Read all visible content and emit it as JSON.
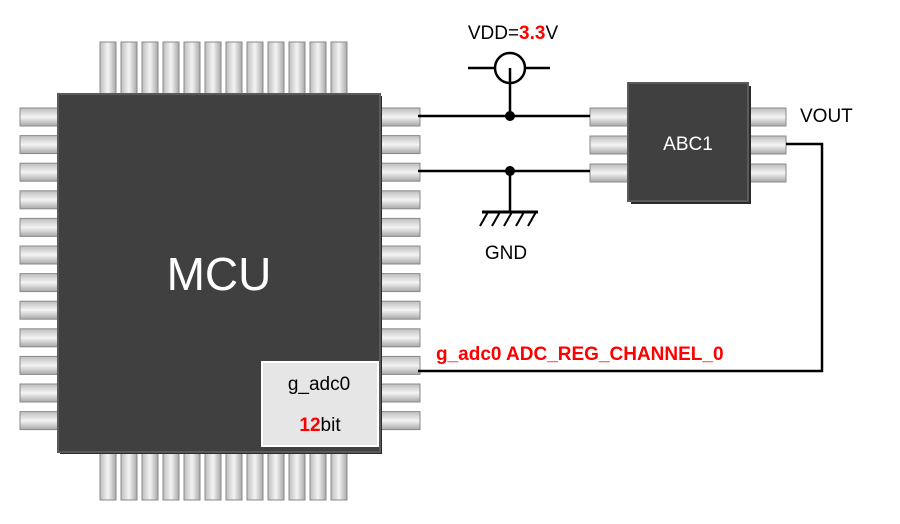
{
  "mcu": {
    "label": "MCU",
    "adc_box": {
      "name": "g_adc0",
      "resolution_value": "12",
      "resolution_unit": "bit"
    }
  },
  "sensor": {
    "label": "ABC1"
  },
  "power": {
    "prefix": "VDD=",
    "voltage_value": "3.3",
    "voltage_unit": "V"
  },
  "ground": {
    "label": "GND"
  },
  "output": {
    "label": "VOUT"
  },
  "adc_channel_label": "g_adc0 ADC_REG_CHANNEL_0",
  "colors": {
    "chip_body": "#404040",
    "pin_face": "#e0e0e0",
    "accent_red": "#ff0000",
    "wire": "#000000",
    "adc_box_fill": "#e6e6e6"
  }
}
